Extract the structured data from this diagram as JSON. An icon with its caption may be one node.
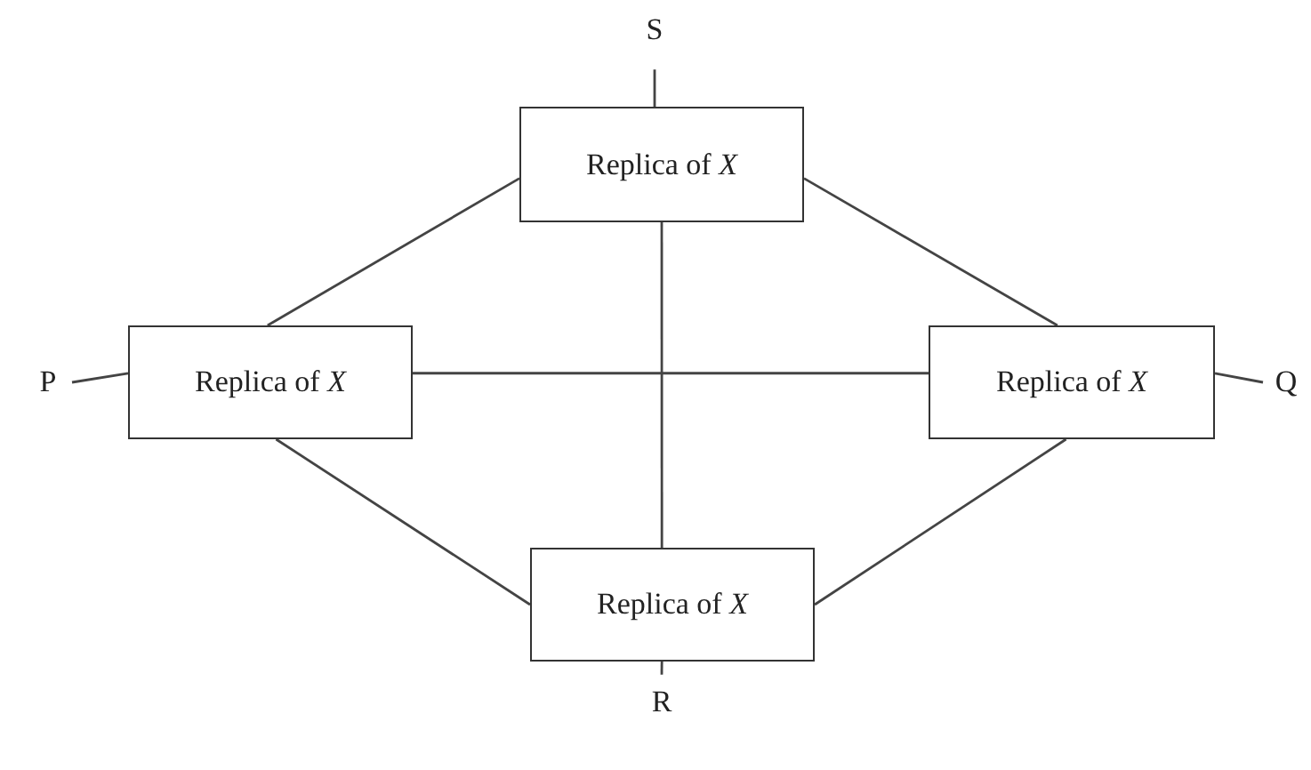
{
  "diagram": {
    "nodes": [
      {
        "text": [
          "S"
        ]
      },
      {
        "text": [
          "Replica of *X*"
        ]
      },
      {
        "text": [
          "P"
        ]
      },
      {
        "text": [
          "Replica of *X*"
        ]
      },
      {
        "text": [
          "Replica of *X*"
        ]
      },
      {
        "text": [
          "Q"
        ]
      },
      {
        "text": [
          "Replica of *X*"
        ]
      },
      {
        "text": [
          "R"
        ]
      }
    ],
    "edges": [
      {
        "from": 0,
        "to": 1,
        "arrow": "none"
      },
      {
        "from": 2,
        "to": 3,
        "arrow": "none"
      },
      {
        "from": 4,
        "to": 5,
        "arrow": "none"
      },
      {
        "from": 6,
        "to": 7,
        "arrow": "none"
      },
      {
        "from": 3,
        "to": 1,
        "arrow": "none"
      },
      {
        "from": 1,
        "to": 4,
        "arrow": "none"
      },
      {
        "from": 1,
        "to": 6,
        "arrow": "none"
      },
      {
        "from": 3,
        "to": 4,
        "arrow": "none"
      },
      {
        "from": 3,
        "to": 6,
        "arrow": "none"
      },
      {
        "from": 4,
        "to": 6,
        "arrow": "none"
      }
    ]
  }
}
